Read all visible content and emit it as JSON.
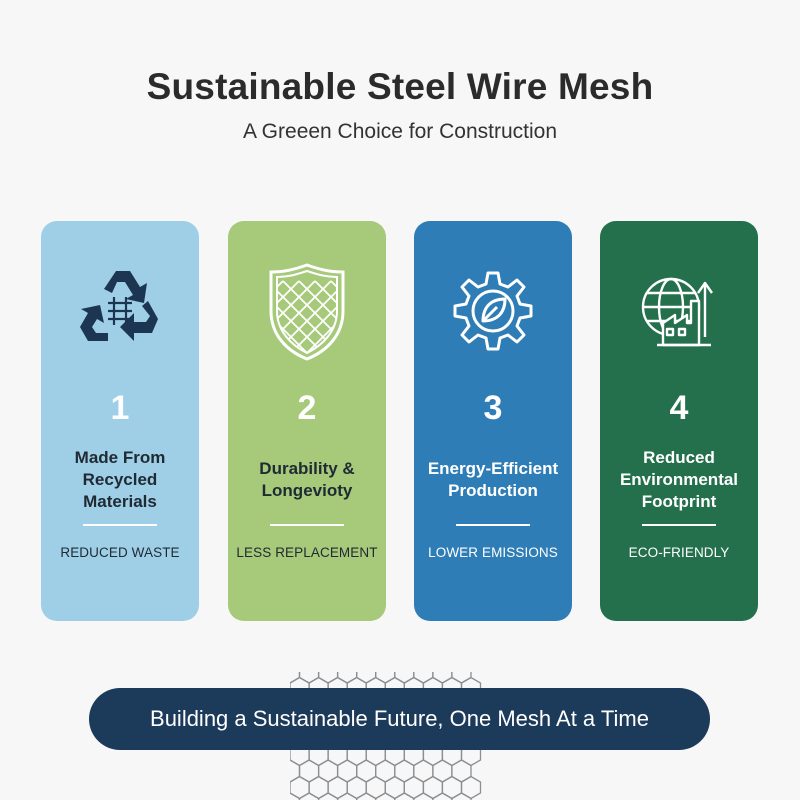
{
  "header": {
    "title": "Sustainable Steel Wire Mesh",
    "subtitle": "A Greeen Choice for Construction"
  },
  "cards": [
    {
      "number": "1",
      "title": "Made From Recycled Materials",
      "tag": "REDUCED WASTE",
      "icon": "recycle-icon",
      "color": "#9ecfe6"
    },
    {
      "number": "2",
      "title": "Durability & Longevioty",
      "tag": "LESS REPLACEMENT",
      "icon": "shield-mesh-icon",
      "color": "#a6c97a"
    },
    {
      "number": "3",
      "title": "Energy-Efficient Production",
      "tag": "LOWER EMISSIONS",
      "icon": "gear-leaf-icon",
      "color": "#2f7db6"
    },
    {
      "number": "4",
      "title": "Reduced Environmental Footprint",
      "tag": "ECO-FRIENDLY",
      "icon": "globe-factory-icon",
      "color": "#24704c"
    }
  ],
  "banner": {
    "text": "Building a Sustainable Future, One Mesh At a Time",
    "color": "#1c3a5a"
  }
}
